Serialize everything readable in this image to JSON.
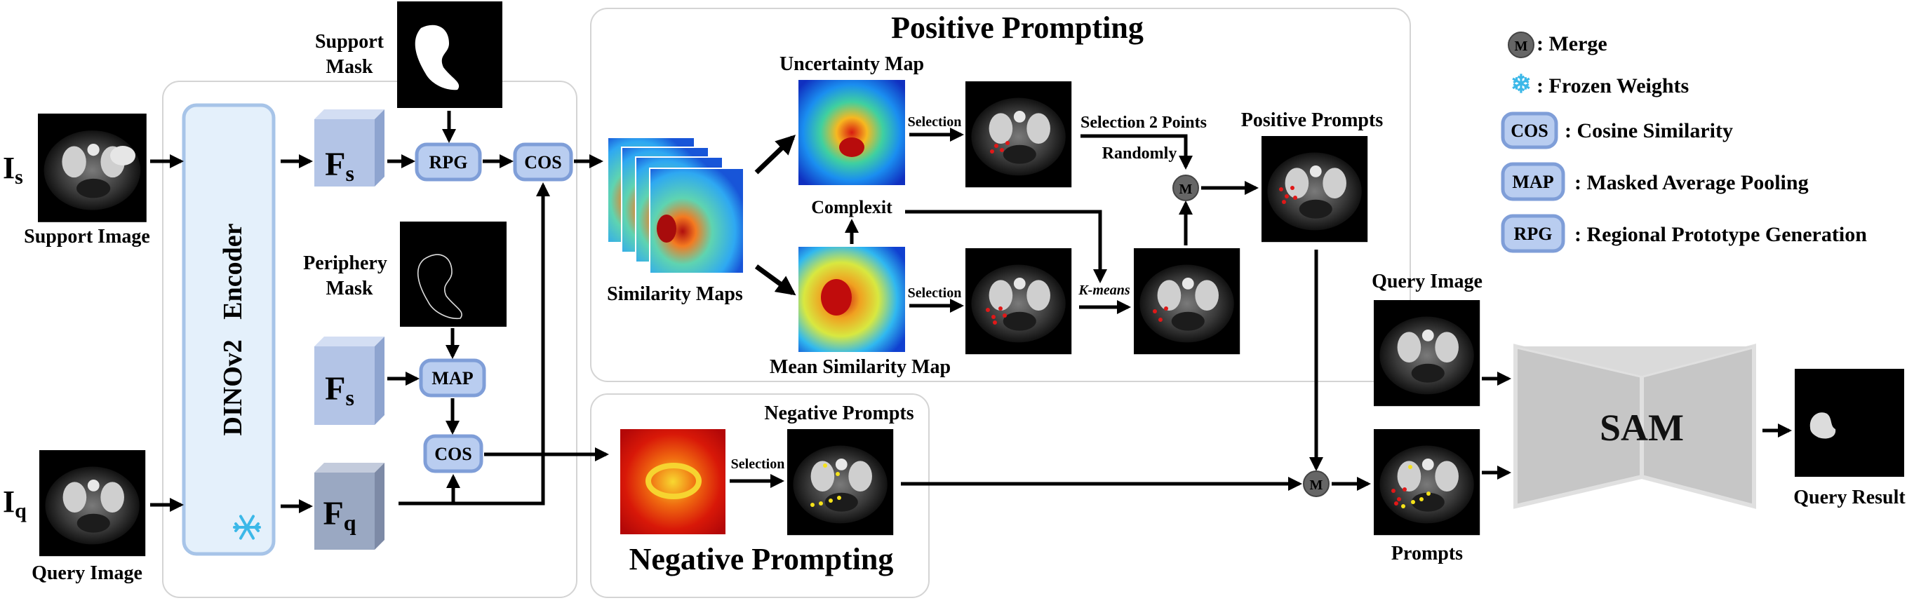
{
  "labels": {
    "positive_title": "Positive Prompting",
    "negative_title": "Negative Prompting",
    "support_mask": [
      "Support",
      "Mask"
    ],
    "periphery_mask": [
      "Periphery",
      "Mask"
    ],
    "support_image": "Support Image",
    "query_image_left": "Query Image",
    "query_image_right": "Query Image",
    "i_s_main": "I",
    "i_s_sub": "s",
    "i_q_main": "I",
    "i_q_sub": "q",
    "encoder": "DINOv2   Encoder",
    "fs_main": "F",
    "fs_sub": "s",
    "fs2_main": "F",
    "fs2_sub": "s",
    "fq_main": "F",
    "fq_sub": "q",
    "rpg": "RPG",
    "cos_top": "COS",
    "map": "MAP",
    "cos_bottom": "COS",
    "similarity_maps": "Similarity Maps",
    "uncertainty_map": "Uncertainty Map",
    "mean_similarity_map": "Mean Similarity Map",
    "selection_top": "Selection",
    "selection_mid": "Selection",
    "selection_neg": "Selection",
    "complexit": "Complexit",
    "selection_2_points": "Selection 2 Points",
    "randomly": "Randomly",
    "kmeans": "K-means",
    "positive_prompts": "Positive Prompts",
    "negative_prompts": "Negative Prompts",
    "merge_glyph": "M",
    "prompts": "Prompts",
    "sam": "SAM",
    "query_result": "Query Result"
  },
  "legend": [
    {
      "symbol": "M",
      "label": ": Merge",
      "kind": "merge"
    },
    {
      "symbol": "❄",
      "label": ": Frozen Weights",
      "kind": "snowflake"
    },
    {
      "symbol": "COS",
      "label": ": Cosine Similarity",
      "kind": "box"
    },
    {
      "symbol": "MAP",
      "label": ": Masked Average Pooling",
      "kind": "box"
    },
    {
      "symbol": "RPG",
      "label": ": Regional Prototype Generation",
      "kind": "box"
    }
  ],
  "icons": {
    "frozen": "snowflake-icon",
    "merge": "merge-node"
  },
  "colors": {
    "box_fill": "#b9cdf0",
    "box_stroke": "#7f9ed8",
    "feature_front": "#b3c4e6",
    "feature_top": "#d3def3",
    "feature_side": "#8ea4cf",
    "fq_front": "#9aa8c2",
    "encoder_fill": "#e4f0fb",
    "merge_fill": "#666666",
    "sam_fill": "#c8c8c8",
    "positive_point": "#e01818",
    "negative_point": "#f5e21a"
  }
}
